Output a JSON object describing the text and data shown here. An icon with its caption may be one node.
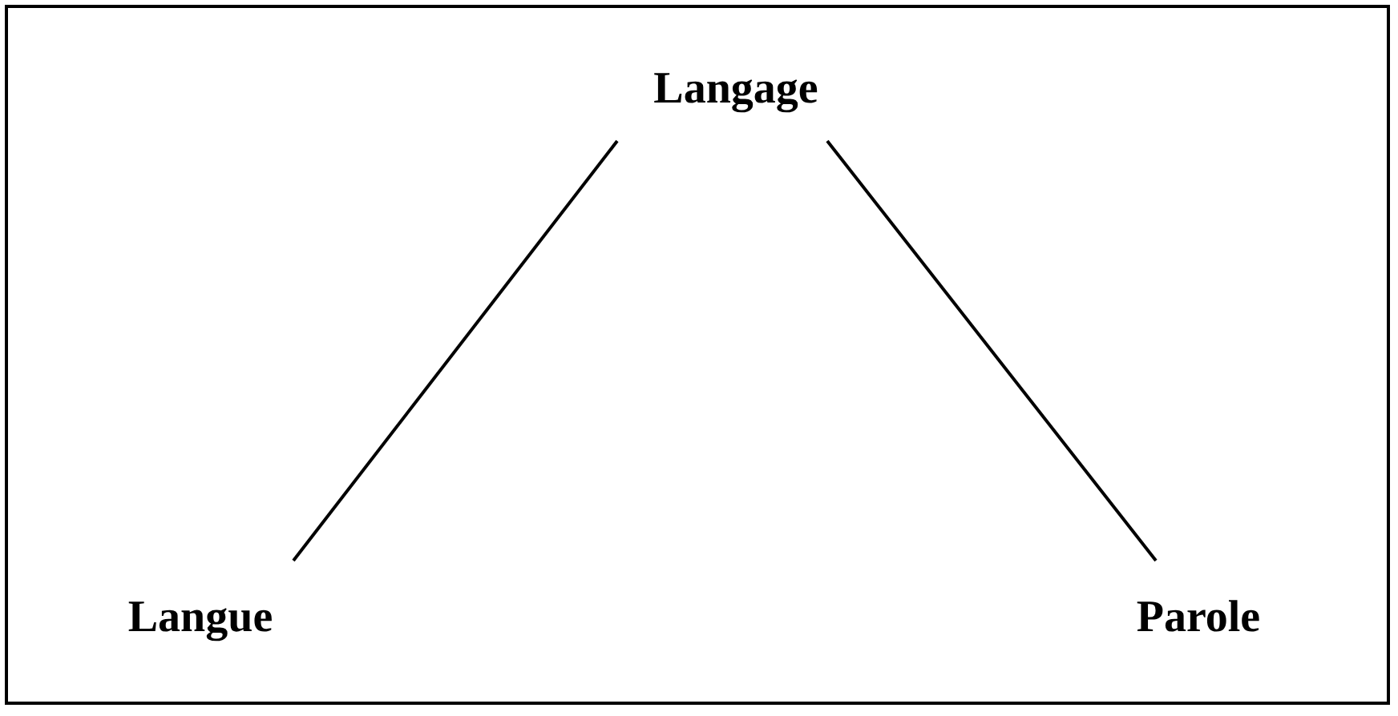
{
  "diagram": {
    "nodes": [
      {
        "text": [
          "Langage"
        ]
      },
      {
        "text": [
          "Langue"
        ]
      },
      {
        "text": [
          "Parole"
        ]
      }
    ],
    "edges": [
      {
        "from": 0,
        "to": 1,
        "arrow": "none"
      },
      {
        "from": 0,
        "to": 2,
        "arrow": "none"
      }
    ]
  }
}
